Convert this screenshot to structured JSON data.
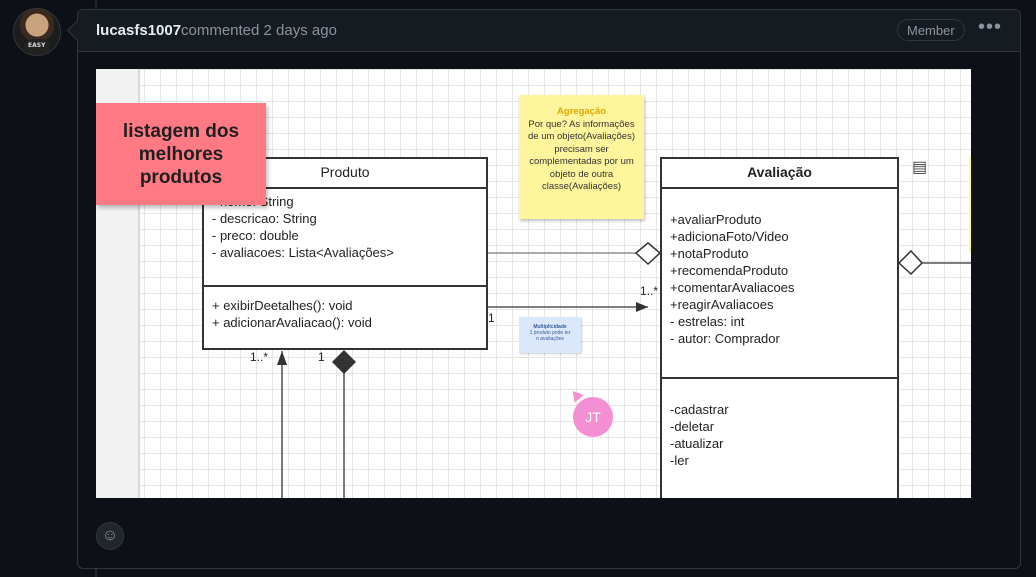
{
  "comment": {
    "author": "lucasfs1007",
    "action": "commented 2 days ago",
    "badge": "Member",
    "menu_icon": "kebab-horizontal-icon",
    "avatar_shirt_text": "EASY"
  },
  "diagram": {
    "sticky_pink": "listagem dos melhores produtos",
    "sticky_yellow": {
      "title": "Agregação",
      "body": "Por que? As informações de um objeto(Avaliações) precisam ser complementadas por um objeto de outra classe(Avaliações)"
    },
    "sticky_blue": {
      "title": "Multiplicidade",
      "body": "1 produto pode ter n avaliações"
    },
    "cursor_label": "JT",
    "produto": {
      "title": "Produto",
      "attributes": [
        "- nome: String",
        "- descricao: String",
        "- preco: double",
        "- avaliacoes: Lista<Avaliações>"
      ],
      "methods": [
        "+ exibirDeetalhes(): void",
        "+ adicionarAvaliacao(): void"
      ]
    },
    "avaliacao": {
      "title": "Avaliação",
      "attributes": [
        "+avaliarProduto",
        "+adicionaFoto/Video",
        "+notaProduto",
        "+recomendaProduto",
        "+comentarAvaliacoes",
        "+reagirAvaliacoes",
        "- estrelas: int",
        "- autor: Comprador"
      ],
      "methods": [
        "-cadastrar",
        "-deletar",
        "-atualizar",
        "-ler"
      ]
    },
    "multiplicities": {
      "assoc_source": "1",
      "assoc_target": "1..*",
      "bottom_left": "1..*",
      "bottom_right": "1"
    }
  },
  "footer": {
    "emoji_icon": "smiley-icon"
  }
}
